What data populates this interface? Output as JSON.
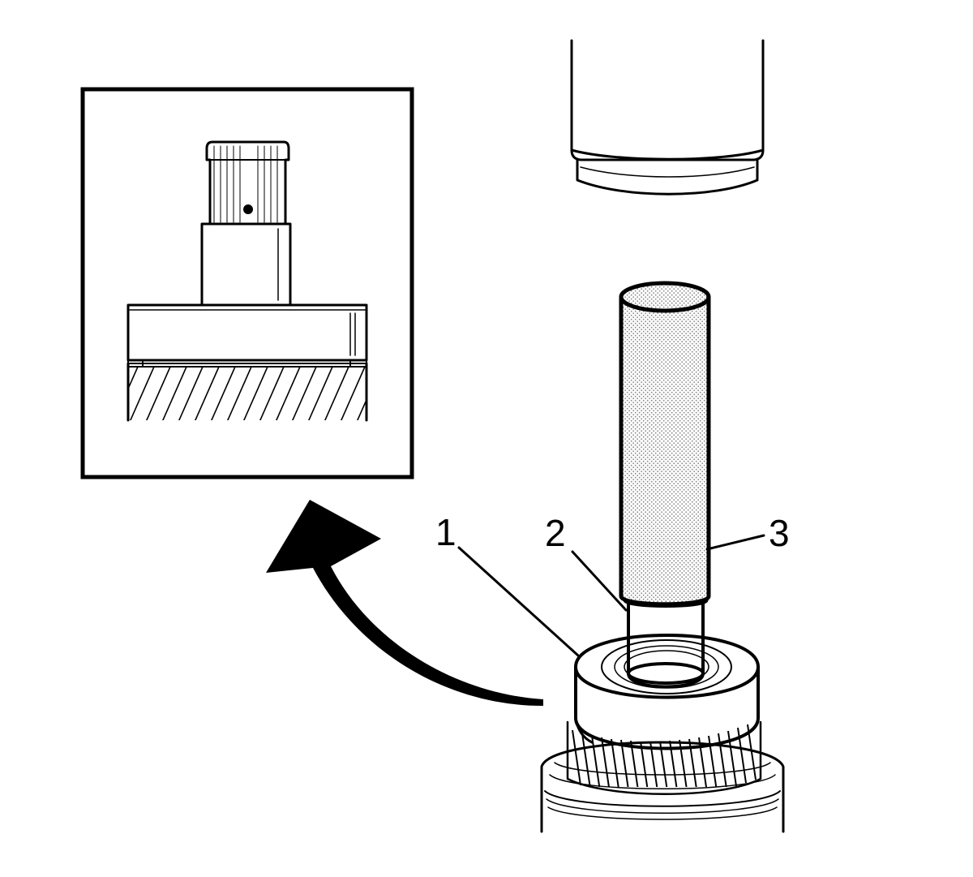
{
  "callouts": {
    "label_1": "1",
    "label_2": "2",
    "label_3": "3"
  },
  "colors": {
    "line": "#000000",
    "background": "#ffffff",
    "stipple": "#9a9a9a"
  }
}
